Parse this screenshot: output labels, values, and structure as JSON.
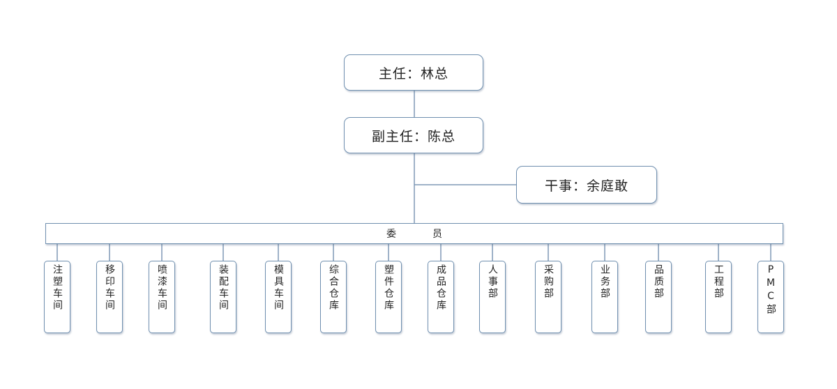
{
  "chief": {
    "text": "主任：林总"
  },
  "deputy": {
    "text": "副主任：陈总"
  },
  "clerk": {
    "text": "干事：余庭敢"
  },
  "committee": {
    "text": "委员"
  },
  "departments": [
    "注塑车间",
    "移印车间",
    "喷漆车间",
    "装配车间",
    "模具车间",
    "综合仓库",
    "塑件仓库",
    "成品仓库",
    "人事部",
    "采购部",
    "业务部",
    "品质部",
    "工程部",
    "PMC部"
  ],
  "colors": {
    "border": "#6f8faf",
    "line": "#6f8faf"
  }
}
